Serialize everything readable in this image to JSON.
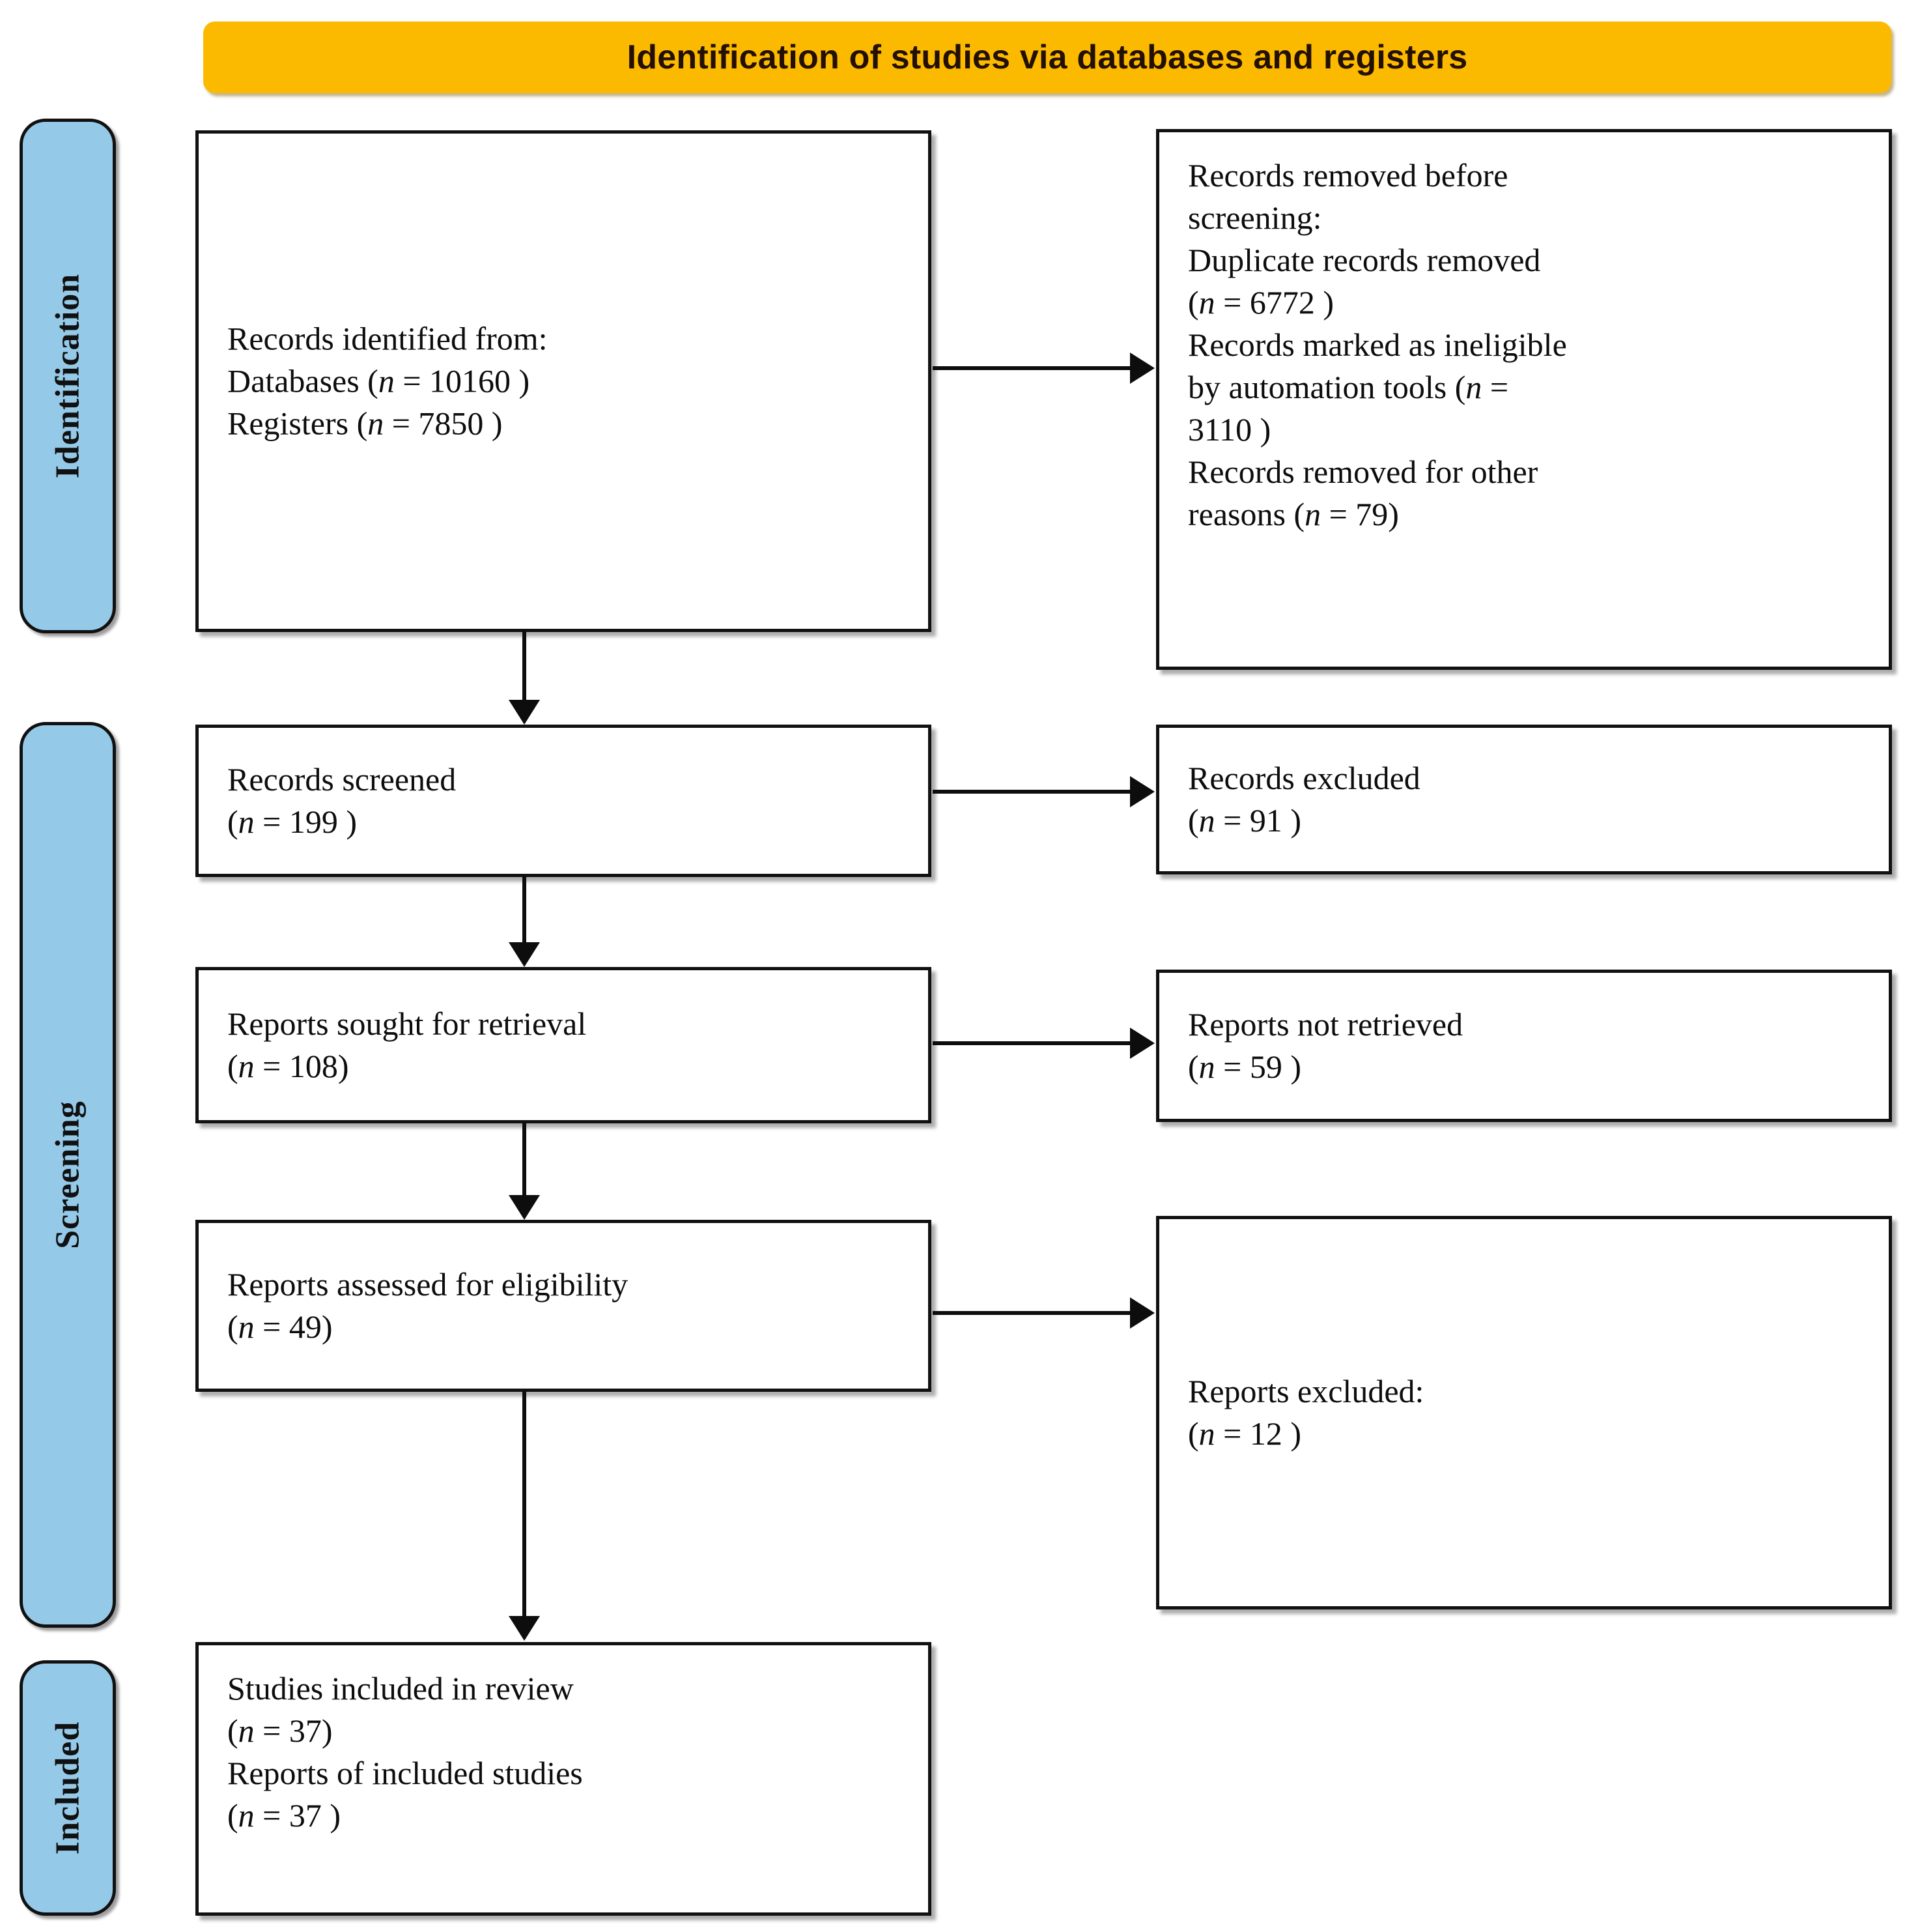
{
  "banner": {
    "title": "Identification of studies via databases and registers",
    "background_color": "#FBBA00",
    "text_color": "#231000"
  },
  "stage_rail": {
    "pill_color": "#95C9E8",
    "items": [
      {
        "id": "identification",
        "label": "Identification"
      },
      {
        "id": "screening",
        "label": "Screening"
      },
      {
        "id": "included",
        "label": "Included"
      }
    ]
  },
  "boxes": {
    "identified": {
      "heading": "Records identified from:",
      "lines": [
        "Databases (n = 10160 )",
        "Registers (n = 7850 )"
      ],
      "full_text": "Records identified from:\n    Databases (n = 10160 )\n    Registers (n = 7850 )"
    },
    "removed_before_screening": {
      "heading": "Records removed before screening:",
      "lines": [
        "Duplicate records removed (n = 6772 )",
        "Records marked as ineligible by automation tools (n = 3110 )",
        "Records removed for other reasons (n = 79)"
      ],
      "full_text": "Records removed before\nscreening:\n    Duplicate records removed\n    (n = 6772 )\n    Records marked as ineligible\n    by automation tools (n =\n    3110 )\n    Records removed for other\n    reasons (n = 79)"
    },
    "records_screened": {
      "heading": "Records screened",
      "count_line": "(n = 199 )",
      "full_text": "Records screened\n(n = 199 )"
    },
    "records_excluded": {
      "heading": "Records excluded",
      "count_line": "(n = 91 )",
      "full_text": "Records excluded\n(n = 91 )"
    },
    "reports_sought": {
      "heading": "Reports sought for retrieval",
      "count_line": "(n = 108)",
      "full_text": "Reports sought for retrieval\n(n = 108)"
    },
    "reports_not_retrieved": {
      "heading": "Reports not retrieved",
      "count_line": "(n = 59 )",
      "full_text": "Reports not retrieved\n(n = 59 )"
    },
    "reports_assessed": {
      "heading": "Reports assessed for eligibility",
      "count_line": "(n = 49)",
      "full_text": "Reports assessed for eligibility\n(n = 49)"
    },
    "reports_excluded": {
      "heading": "Reports excluded:",
      "count_line": "(n = 12 )",
      "full_text": "Reports excluded:\n    (n = 12 )"
    },
    "studies_included": {
      "heading": "Studies included in review",
      "count_line": "(n = 37)",
      "heading2": "Reports of included studies",
      "count_line2": "(n = 37 )",
      "full_text": "Studies included in review\n(n = 37)\nReports of included studies\n(n = 37 )"
    }
  },
  "chart_data": {
    "type": "diagram",
    "diagram_kind": "PRISMA 2020 flow diagram",
    "title": "Identification of studies via databases and registers",
    "stages": [
      "Identification",
      "Screening",
      "Included"
    ],
    "nodes": [
      {
        "id": "identified",
        "stage": "Identification",
        "label": "Records identified from",
        "values": {
          "Databases": 10160,
          "Registers": 7850
        }
      },
      {
        "id": "removed_before_screening",
        "stage": "Identification",
        "label": "Records removed before screening",
        "values": {
          "Duplicate records removed": 6772,
          "Records marked as ineligible by automation tools": 3110,
          "Records removed for other reasons": 79
        }
      },
      {
        "id": "records_screened",
        "stage": "Screening",
        "label": "Records screened",
        "n": 199
      },
      {
        "id": "records_excluded",
        "stage": "Screening",
        "label": "Records excluded",
        "n": 91
      },
      {
        "id": "reports_sought",
        "stage": "Screening",
        "label": "Reports sought for retrieval",
        "n": 108
      },
      {
        "id": "reports_not_retrieved",
        "stage": "Screening",
        "label": "Reports not retrieved",
        "n": 59
      },
      {
        "id": "reports_assessed",
        "stage": "Screening",
        "label": "Reports assessed for eligibility",
        "n": 49
      },
      {
        "id": "reports_excluded",
        "stage": "Screening",
        "label": "Reports excluded",
        "n": 12
      },
      {
        "id": "studies_included",
        "stage": "Included",
        "label": "Studies included in review",
        "n": 37,
        "reports_of_included_studies": 37
      }
    ],
    "edges": [
      {
        "from": "identified",
        "to": "removed_before_screening",
        "direction": "right"
      },
      {
        "from": "identified",
        "to": "records_screened",
        "direction": "down"
      },
      {
        "from": "records_screened",
        "to": "records_excluded",
        "direction": "right"
      },
      {
        "from": "records_screened",
        "to": "reports_sought",
        "direction": "down"
      },
      {
        "from": "reports_sought",
        "to": "reports_not_retrieved",
        "direction": "right"
      },
      {
        "from": "reports_sought",
        "to": "reports_assessed",
        "direction": "down"
      },
      {
        "from": "reports_assessed",
        "to": "reports_excluded",
        "direction": "right"
      },
      {
        "from": "reports_assessed",
        "to": "studies_included",
        "direction": "down"
      }
    ]
  }
}
